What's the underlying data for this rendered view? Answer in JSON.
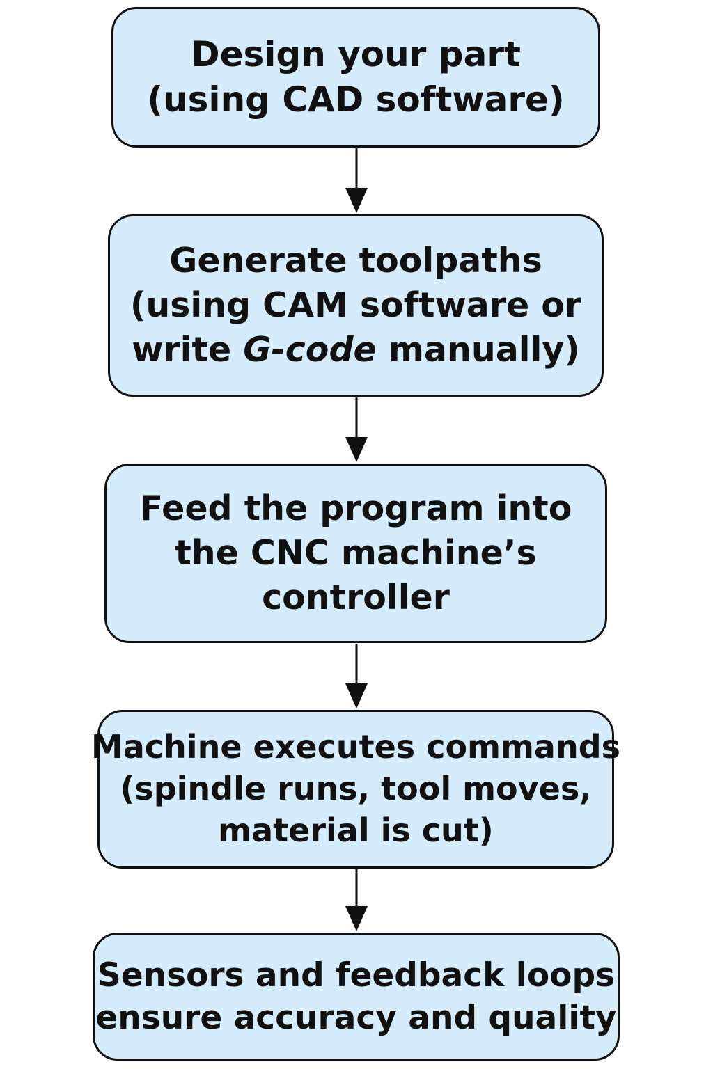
{
  "steps": [
    {
      "id": "design",
      "lines": [
        "Design your part",
        "(using CAD software)"
      ]
    },
    {
      "id": "generate",
      "lines": [
        "Generate toolpaths",
        "(using CAM software or",
        "write G-code manually)"
      ],
      "italic_term": "G-code"
    },
    {
      "id": "feed",
      "lines": [
        "Feed the program into",
        "the CNC machine’s",
        "controller"
      ]
    },
    {
      "id": "execute",
      "lines": [
        "Machine executes commands",
        "(spindle runs, tool moves,",
        "material is cut)"
      ]
    },
    {
      "id": "sensors",
      "lines": [
        "Sensors and feedback loops",
        "ensure accuracy and quality"
      ]
    }
  ],
  "colors": {
    "box_fill": "#d4ecfb",
    "box_stroke": "#111111",
    "arrow": "#111111",
    "text": "#111111"
  }
}
